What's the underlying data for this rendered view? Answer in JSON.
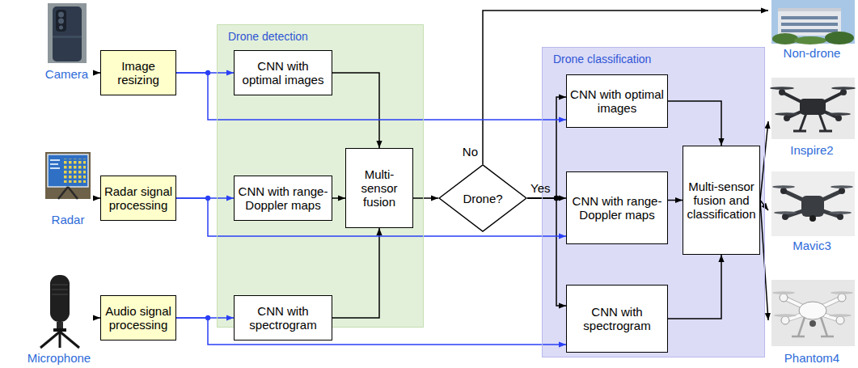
{
  "diagram": {
    "nodes": [
      {
        "text": [
          "Camera"
        ]
      },
      {
        "text": [
          "Radar"
        ]
      },
      {
        "text": [
          "Microphone"
        ]
      },
      {
        "text": [
          "Image resizing"
        ]
      },
      {
        "text": [
          "Radar signal processing"
        ]
      },
      {
        "text": [
          "Audio signal processing"
        ]
      },
      {
        "text": [
          "Drone detection"
        ]
      },
      {
        "text": [
          "CNN with optimal images"
        ],
        "in": 6
      },
      {
        "text": [
          "CNN with range-Doppler maps"
        ],
        "in": 6
      },
      {
        "text": [
          "CNN with spectrogram"
        ],
        "in": 6
      },
      {
        "text": [
          "Multi-sensor fusion"
        ],
        "in": 6
      },
      {
        "text": [
          "Drone?"
        ]
      },
      {
        "text": [
          "Drone classification"
        ]
      },
      {
        "text": [
          "CNN with optimal images"
        ],
        "in": 12
      },
      {
        "text": [
          "CNN with range-Doppler maps"
        ],
        "in": 12
      },
      {
        "text": [
          "CNN with spectrogram"
        ],
        "in": 12
      },
      {
        "text": [
          "Multi-sensor fusion and classification"
        ],
        "in": 12
      },
      {
        "text": [
          "Non-drone"
        ]
      },
      {
        "text": [
          "Inspire2"
        ]
      },
      {
        "text": [
          "Mavic3"
        ]
      },
      {
        "text": [
          "Phantom4"
        ]
      }
    ],
    "edges": [
      {
        "from": 0,
        "to": 3,
        "arrow": "to"
      },
      {
        "from": 1,
        "to": 4,
        "arrow": "to"
      },
      {
        "from": 2,
        "to": 5,
        "arrow": "to"
      },
      {
        "from": 3,
        "to": 7,
        "arrow": "to"
      },
      {
        "from": 4,
        "to": 8,
        "arrow": "to"
      },
      {
        "from": 5,
        "to": 9,
        "arrow": "to"
      },
      {
        "from": 7,
        "to": 10,
        "arrow": "to"
      },
      {
        "from": 8,
        "to": 10,
        "arrow": "to"
      },
      {
        "from": 9,
        "to": 10,
        "arrow": "to"
      },
      {
        "from": 10,
        "to": 11,
        "arrow": "to"
      },
      {
        "from": 11,
        "to": 17,
        "label": "No",
        "arrow": "to"
      },
      {
        "from": 11,
        "to": 13,
        "arrow": "to"
      },
      {
        "from": 11,
        "to": 14,
        "label": "Yes",
        "arrow": "to"
      },
      {
        "from": 11,
        "to": 15,
        "arrow": "to"
      },
      {
        "from": 3,
        "to": 13,
        "arrow": "to"
      },
      {
        "from": 4,
        "to": 14,
        "arrow": "to"
      },
      {
        "from": 5,
        "to": 15,
        "arrow": "to"
      },
      {
        "from": 13,
        "to": 16,
        "arrow": "to"
      },
      {
        "from": 14,
        "to": 16,
        "arrow": "to"
      },
      {
        "from": 15,
        "to": 16,
        "arrow": "to"
      },
      {
        "from": 16,
        "to": 18,
        "arrow": "to"
      },
      {
        "from": 16,
        "to": 19,
        "arrow": "to"
      },
      {
        "from": 16,
        "to": 20,
        "arrow": "to"
      }
    ]
  }
}
